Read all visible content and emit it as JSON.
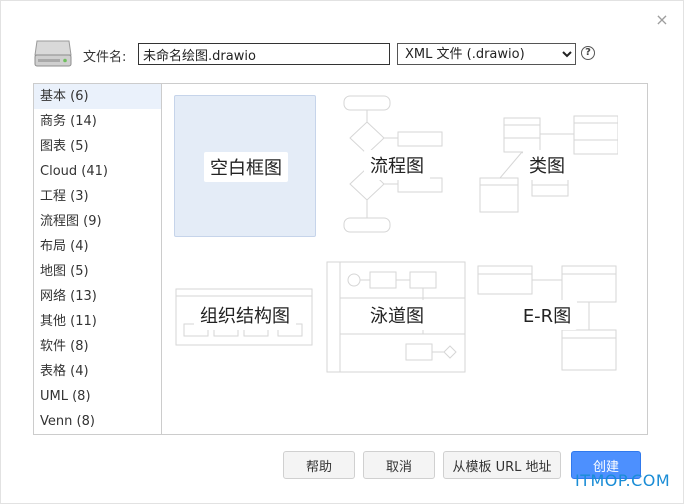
{
  "dialog": {
    "close_glyph": "×",
    "filename_label": "文件名:",
    "filename_value": "未命名绘图.drawio",
    "format_selected": "XML 文件 (.drawio)",
    "help_glyph": "?"
  },
  "categories": [
    {
      "label": "基本 (6)"
    },
    {
      "label": "商务 (14)"
    },
    {
      "label": "图表 (5)"
    },
    {
      "label": "Cloud (41)"
    },
    {
      "label": "工程 (3)"
    },
    {
      "label": "流程图 (9)"
    },
    {
      "label": "布局 (4)"
    },
    {
      "label": "地图 (5)"
    },
    {
      "label": "网络 (13)"
    },
    {
      "label": "其他 (11)"
    },
    {
      "label": "软件 (8)"
    },
    {
      "label": "表格 (4)"
    },
    {
      "label": "UML (8)"
    },
    {
      "label": "Venn (8)"
    }
  ],
  "templates": [
    {
      "label": "空白框图"
    },
    {
      "label": "流程图"
    },
    {
      "label": "类图"
    },
    {
      "label": "组织结构图"
    },
    {
      "label": "泳道图"
    },
    {
      "label": "E-R图"
    }
  ],
  "footer": {
    "help_label": "帮助",
    "cancel_label": "取消",
    "from_url_label": "从模板 URL 地址",
    "create_label": "创建"
  },
  "watermark": "ITMOP.COM",
  "colors": {
    "primary": "#4d90fe",
    "selected_bg": "#eaf1fb",
    "watermark": "#1b8dd6"
  }
}
